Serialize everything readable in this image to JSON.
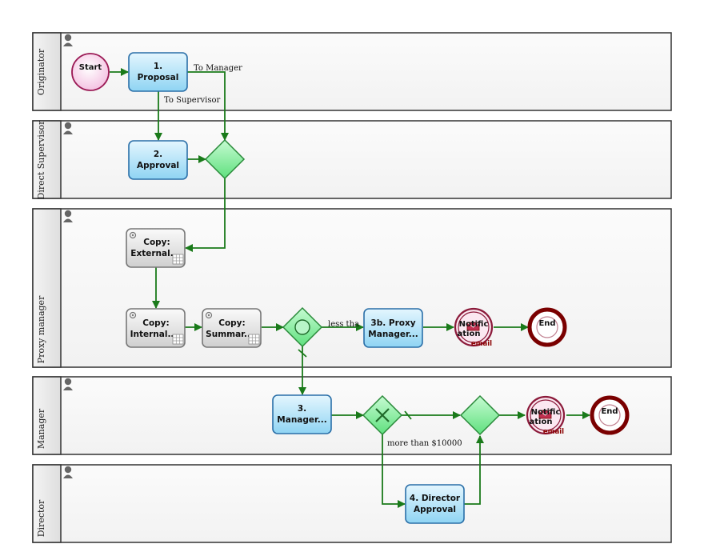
{
  "lanes": {
    "originator": "Originator",
    "direct_supervisor": "Direct Supervisor",
    "proxy_manager": "Proxy manager",
    "manager": "Manager",
    "director": "Director"
  },
  "events": {
    "start": "Start",
    "end_proxy": "End",
    "end_manager": "End"
  },
  "tasks": {
    "proposal": [
      "1.",
      "Proposal"
    ],
    "approval": [
      "2.",
      "Approval"
    ],
    "copy_external": [
      "Copy:",
      "External..."
    ],
    "copy_internal": [
      "Copy:",
      "Internal..."
    ],
    "copy_summary": [
      "Copy:",
      "Summar..."
    ],
    "proxy_manager": [
      "3b. Proxy",
      "Manager..."
    ],
    "manager": [
      "3.",
      "Manager..."
    ],
    "director_approval": [
      "4. Director",
      "Approval"
    ]
  },
  "notifications": {
    "proxy": {
      "line1": "Notific",
      "line2": "ation",
      "tag": "email"
    },
    "manager": {
      "line1": "Notific",
      "line2": "ation",
      "tag": "email"
    }
  },
  "flow_labels": {
    "to_manager": "To Manager",
    "to_supervisor": "To Supervisor",
    "less_than": "less tha",
    "more_than": "more than $10000"
  },
  "colors": {
    "flow": "#1a7a1a",
    "task_fill": "#aee0f7",
    "task_stroke": "#2a6fa8",
    "gateway_fill": "#8ef0a8",
    "start_fill": "#f8d6ec",
    "end_stroke": "#7a0000"
  }
}
